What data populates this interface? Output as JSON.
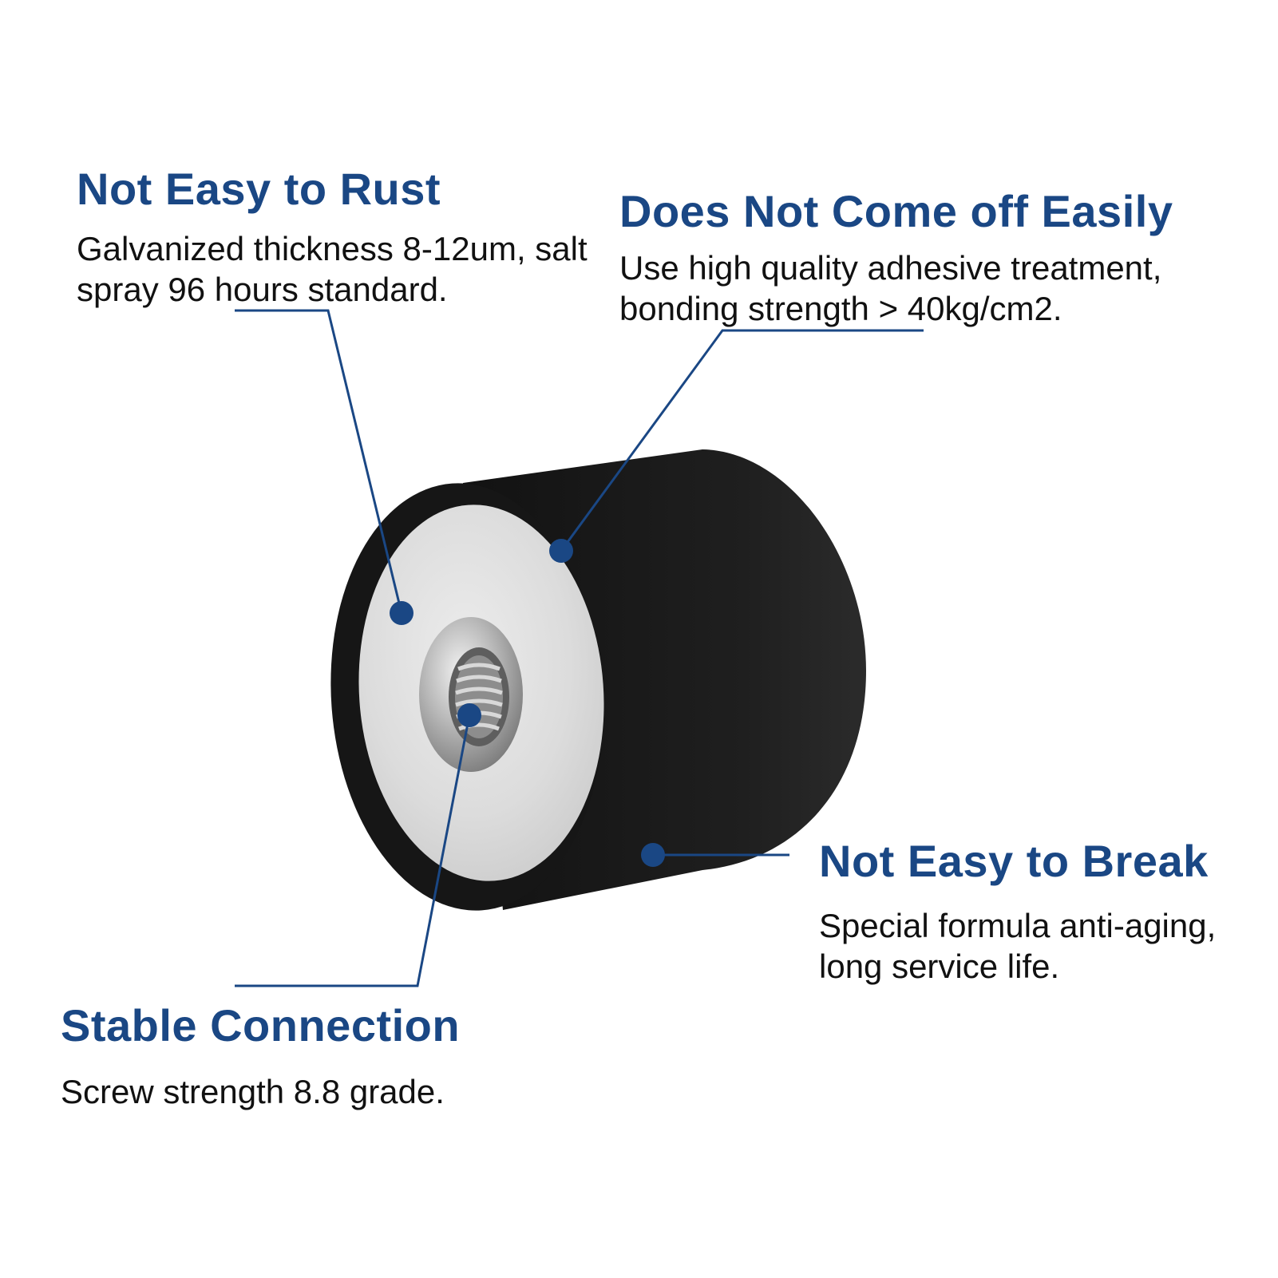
{
  "theme": {
    "heading_color": "#1a4784",
    "callout_color": "#1a4784",
    "rubber_color": "#1b1b1b",
    "plate_color": "#d9d9d9"
  },
  "features": [
    {
      "title": "Not Easy to Rust",
      "description": "Galvanized thickness 8-12um, salt spray 96 hours standard."
    },
    {
      "title": "Does Not Come off Easily",
      "description": "Use high quality adhesive treatment, bonding strength > 40kg/cm2."
    },
    {
      "title": "Not Easy to Break",
      "description": "Special formula anti-aging, long service life."
    },
    {
      "title": "Stable Connection",
      "description": "Screw strength 8.8 grade."
    }
  ]
}
